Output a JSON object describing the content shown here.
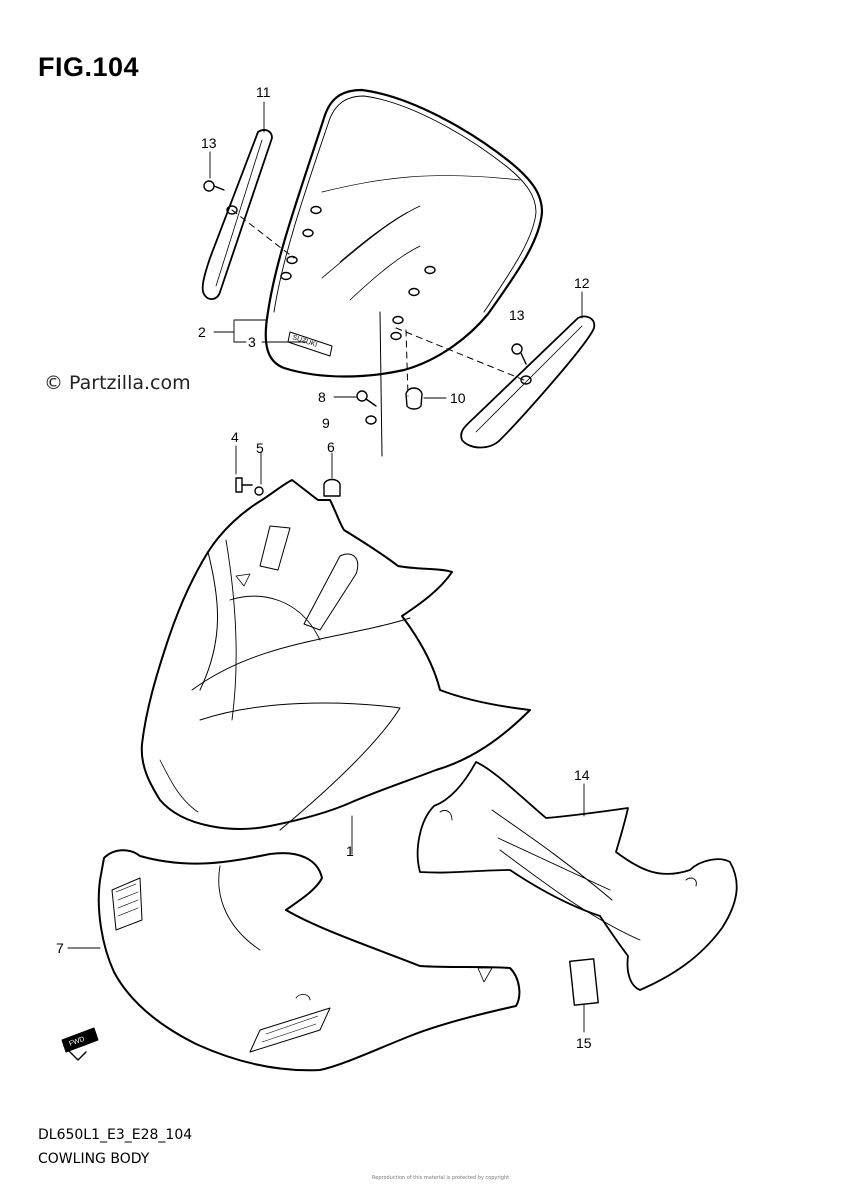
{
  "figure": {
    "title": "FIG.104"
  },
  "watermark": {
    "text": "© Partzilla.com"
  },
  "footer": {
    "model_code": "DL650L1_E3_E28_104",
    "section_name": "COWLING BODY",
    "fine_print": "Reproduction of this material is protected by copyright"
  },
  "windscreen_brand_text": "SUZUKI",
  "fwd_arrow_text": "FWD",
  "callouts": {
    "c1": "1",
    "c2": "2",
    "c3": "3",
    "c4": "4",
    "c5": "5",
    "c6": "6",
    "c7": "7",
    "c8": "8",
    "c9": "9",
    "c10": "10",
    "c11": "11",
    "c12": "12",
    "c13a": "13",
    "c13b": "13",
    "c14": "14",
    "c15": "15"
  }
}
